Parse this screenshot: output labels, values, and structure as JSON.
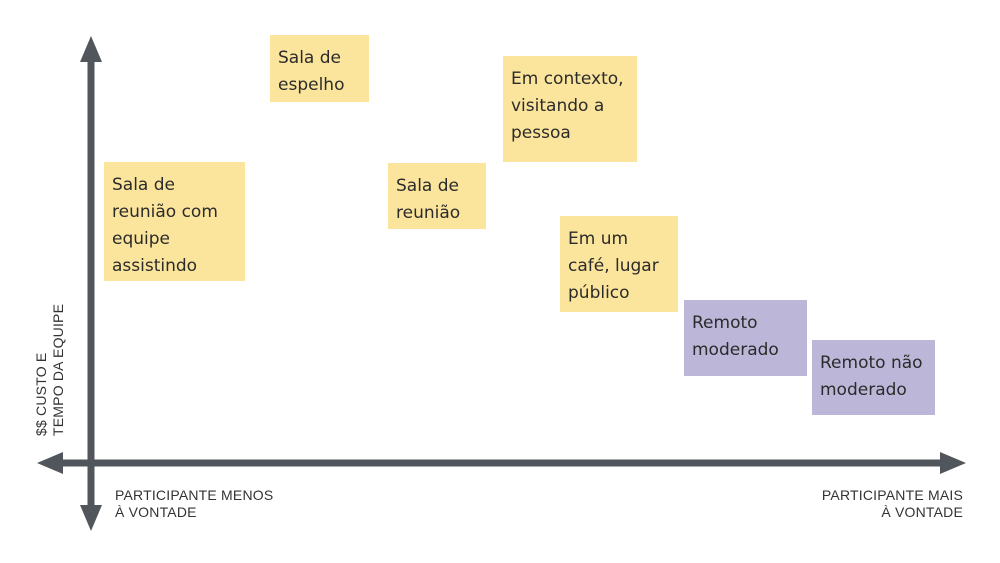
{
  "colors": {
    "axis": "#51565d",
    "note_yellow": "#fbe49c",
    "note_purple": "#bcb6d8"
  },
  "axes": {
    "y_label": "$$ CUSTO E\nTEMPO DA EQUIPE",
    "x_label_left": "PARTICIPANTE MENOS\nÀ VONTADE",
    "x_label_right": "PARTICIPANTE MAIS\nÀ VONTADE"
  },
  "notes": [
    {
      "id": "sala-de-espelho",
      "text": "Sala de\nespelho",
      "color": "yellow"
    },
    {
      "id": "em-contexto",
      "text": "Em contexto,\nvisitando a\npessoa",
      "color": "yellow"
    },
    {
      "id": "sala-reuniao-equipe",
      "text": "Sala de\nreunião com\nequipe\nassistindo",
      "color": "yellow"
    },
    {
      "id": "sala-de-reuniao",
      "text": "Sala de\nreunião",
      "color": "yellow"
    },
    {
      "id": "cafe-lugar-publico",
      "text": "Em um\ncafé, lugar\npúblico",
      "color": "yellow"
    },
    {
      "id": "remoto-moderado",
      "text": "Remoto\nmoderado",
      "color": "purple"
    },
    {
      "id": "remoto-nao-moderado",
      "text": "Remoto não\nmoderado",
      "color": "purple"
    }
  ]
}
